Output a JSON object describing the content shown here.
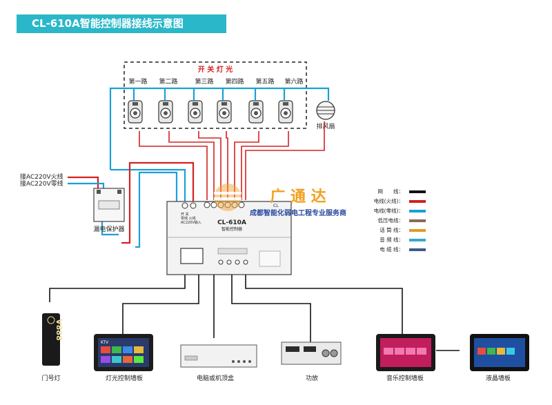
{
  "title": "CL-610A智能控制器接线示意图",
  "switch_group": {
    "label": "开 关 灯 光",
    "routes": [
      "第一路",
      "第二路",
      "第三路",
      "第四路",
      "第五路",
      "第六路"
    ],
    "fan_label": "排风扇"
  },
  "mains": {
    "live_label": "接AC220V火线",
    "neutral_label": "接AC220V零线"
  },
  "breaker_label": "漏电保护器",
  "controller": {
    "model": "CL-610A",
    "subtitle": "智能控制器",
    "side_label_1": "开 关",
    "side_label_2": "零线 火线",
    "side_label_3": "AC220V输入",
    "brand_mark": "CL"
  },
  "watermark": {
    "name": "广 通 达",
    "slogan": "成都智能化弱电工程专业服务商"
  },
  "legend": [
    {
      "label": "网　　线：",
      "color": "#111111"
    },
    {
      "label": "电线(火线)：",
      "color": "#d42020"
    },
    {
      "label": "电线(零线)：",
      "color": "#1a9fd6"
    },
    {
      "label": "低压电线：",
      "color": "#8a6a55"
    },
    {
      "label": "话 筒 线：",
      "color": "#e39a1c"
    },
    {
      "label": "音 频 线：",
      "color": "#3aa8c8"
    },
    {
      "label": "电 缆 线：",
      "color": "#3d5a8f"
    }
  ],
  "devices": [
    {
      "label": "门号灯",
      "digits": "V888"
    },
    {
      "label": "灯光控制墙板",
      "screen_title": "KTV"
    },
    {
      "label": "电脑或机顶盒"
    },
    {
      "label": "功放"
    },
    {
      "label": "音乐控制墙板"
    },
    {
      "label": "液晶墙板"
    }
  ]
}
